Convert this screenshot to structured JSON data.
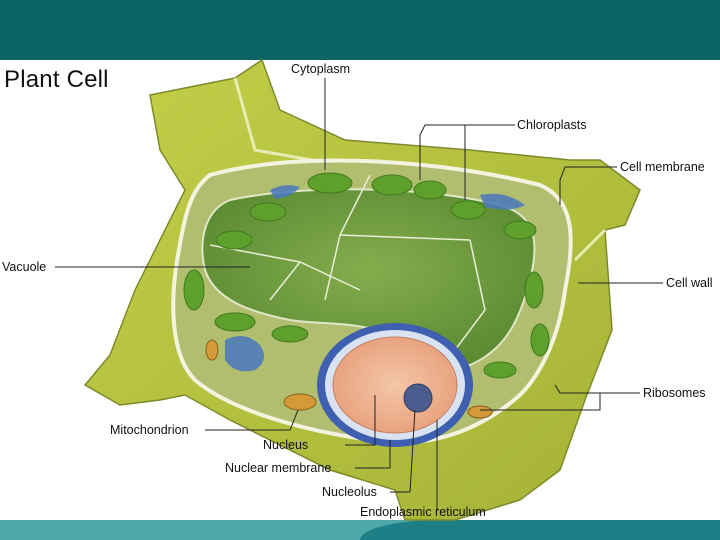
{
  "title": "Plant Cell",
  "labels": {
    "cytoplasm": "Cytoplasm",
    "chloroplasts": "Chloroplasts",
    "cell_membrane": "Cell membrane",
    "vacuole": "Vacuole",
    "cell_wall": "Cell wall",
    "ribosomes": "Ribosomes",
    "mitochondrion": "Mitochondrion",
    "nucleus": "Nucleus",
    "nuclear_membrane": "Nuclear membrane",
    "nucleolus": "Nucleolus",
    "endoplasmic_reticulum": "Endoplasmic reticulum"
  },
  "colors": {
    "header": "#0d6464",
    "footer": "#4ea7a9",
    "cell_wall": "#b7c23a",
    "cytoplasm": "#a9b867",
    "vacuole": "#6f9a3c",
    "chloroplast": "#5fa02c",
    "nucleus": "#f0b89a",
    "nuclear_envelope": "#3f5fb0",
    "nucleolus": "#4a5d8e",
    "mitochondrion": "#d49a3a"
  }
}
